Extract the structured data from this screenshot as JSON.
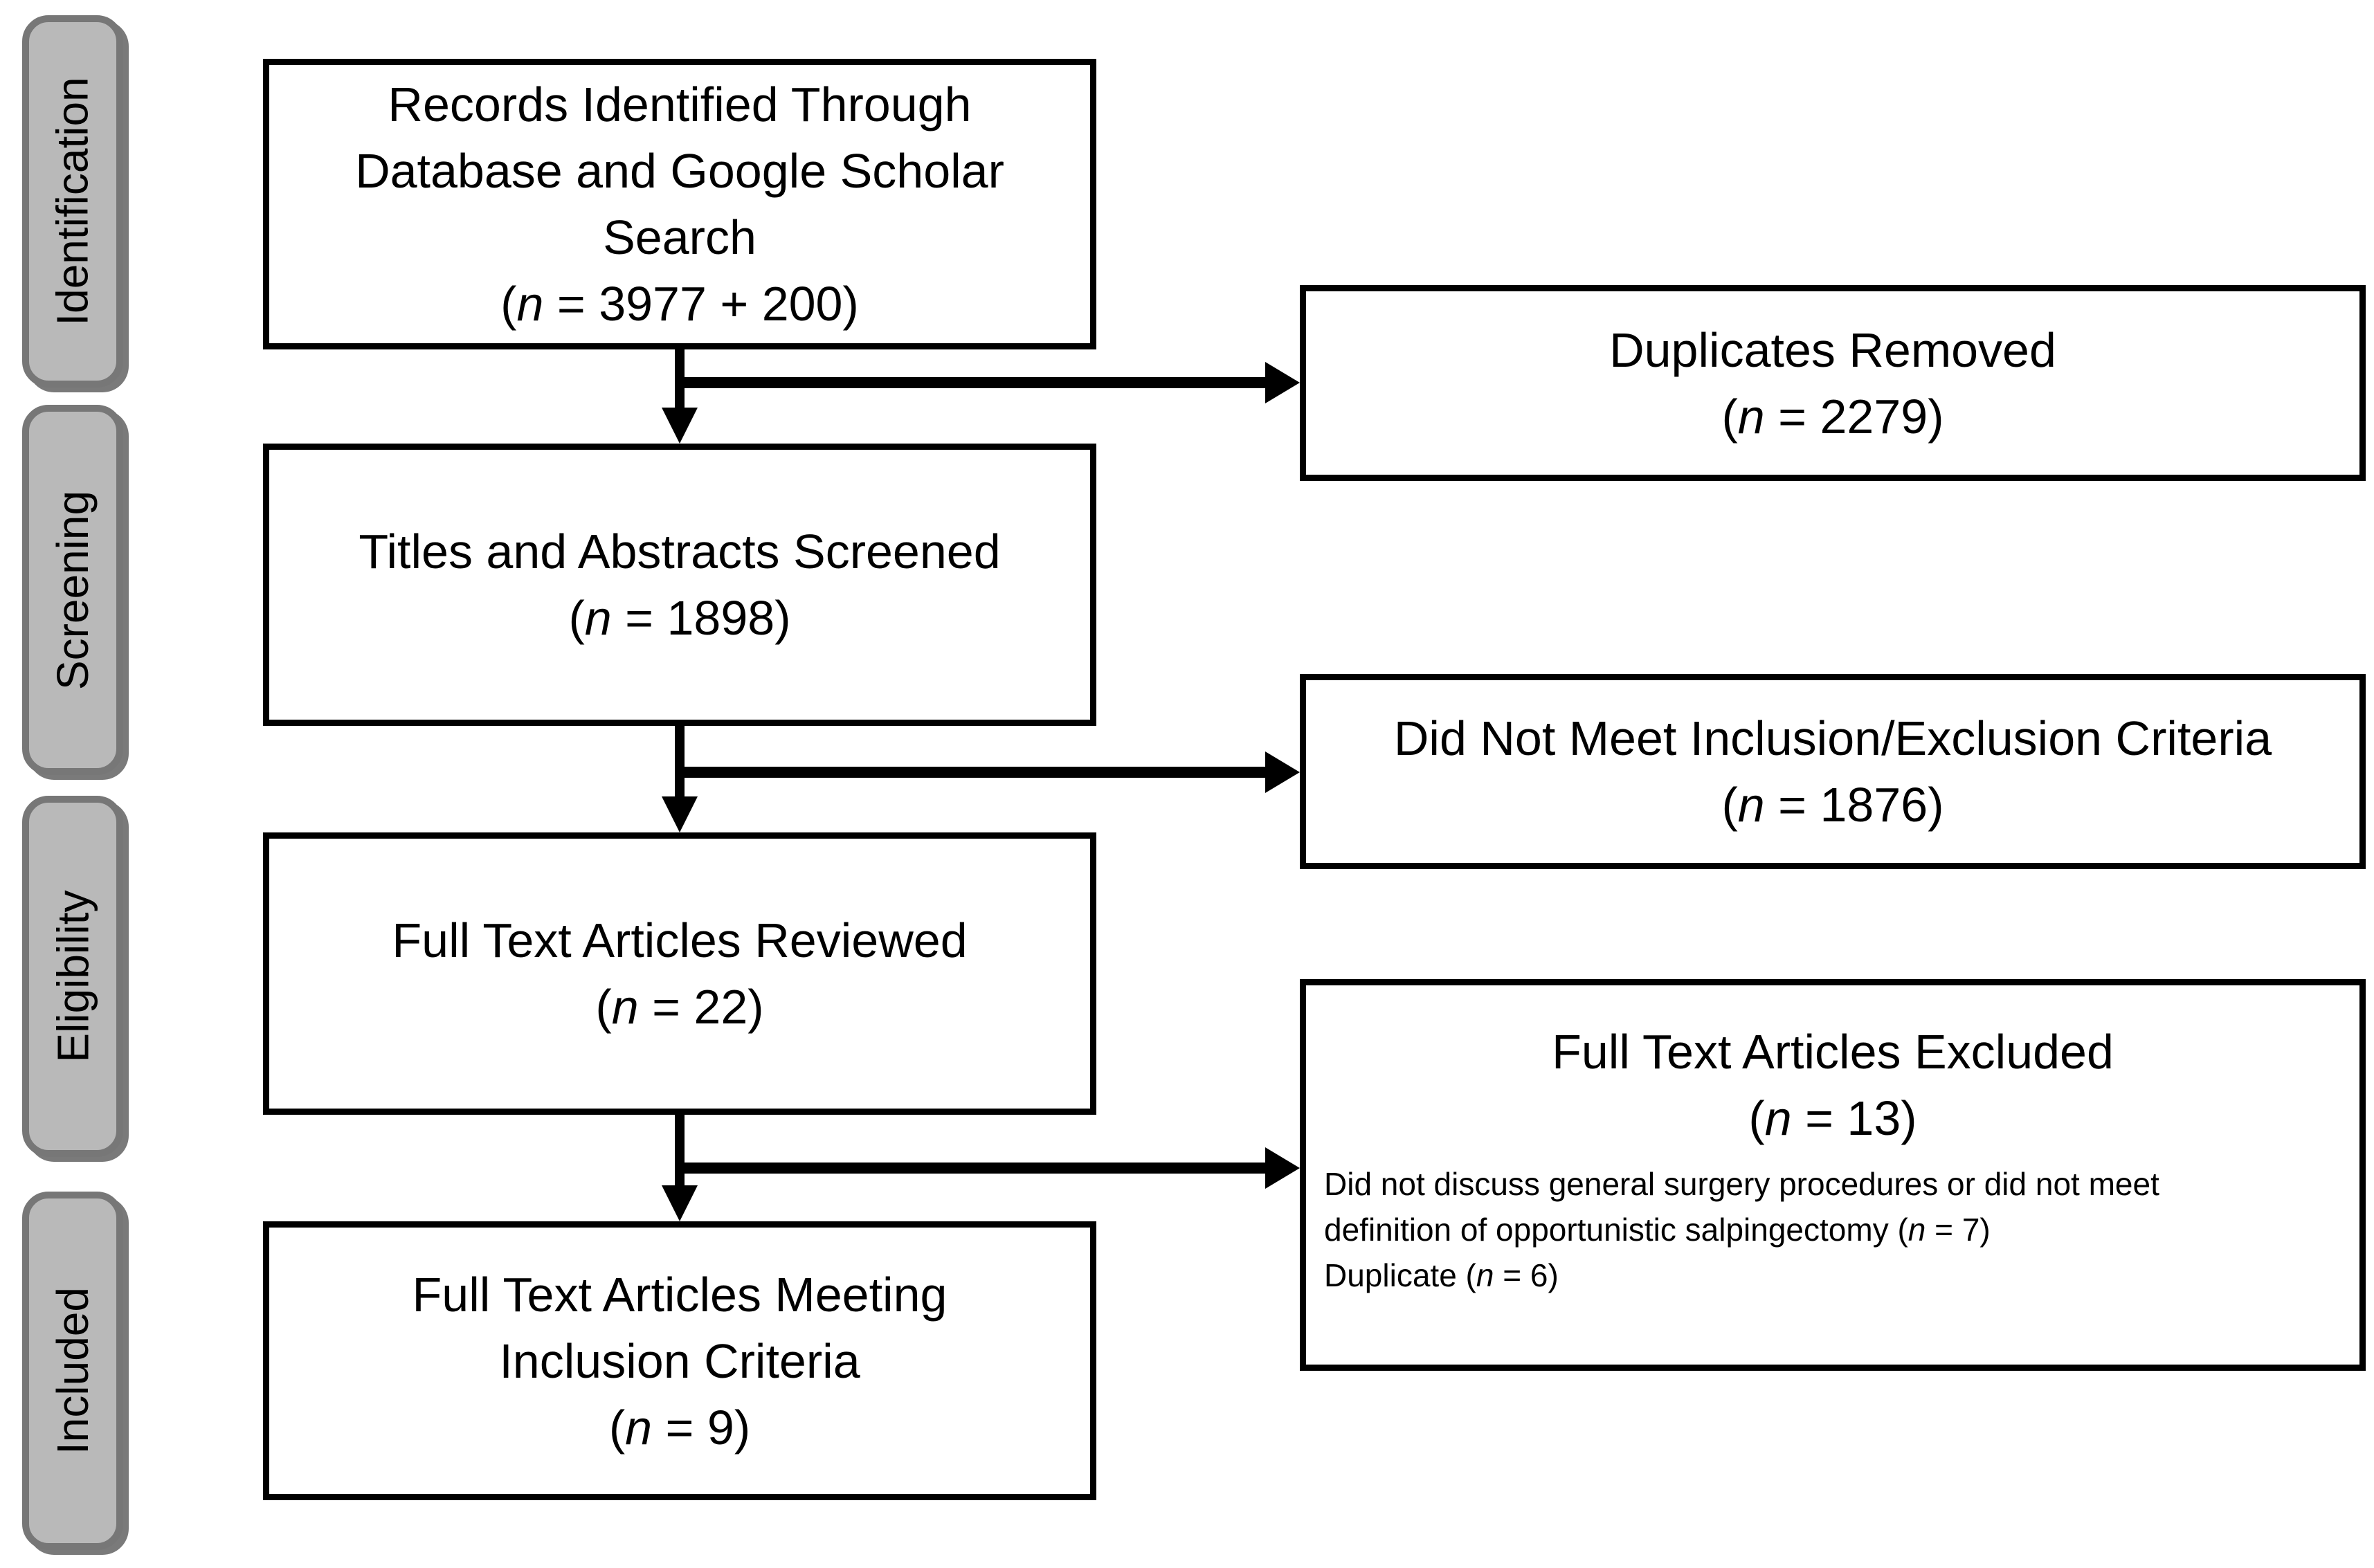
{
  "diagram": {
    "type": "prisma-flow",
    "colors": {
      "background": "#ffffff",
      "box_fill": "#ffffff",
      "box_border": "#000000",
      "stage_fill": "#b9b9b9",
      "stage_border": "#777777",
      "arrow": "#000000",
      "text": "#000000"
    },
    "stages": [
      {
        "label": "Identification"
      },
      {
        "label": "Screening"
      },
      {
        "label": "Eligibility"
      },
      {
        "label": "Included"
      }
    ],
    "main_boxes": [
      {
        "label": "Records Identified Through\nDatabase and Google Scholar\nSearch",
        "count_pre": "(",
        "count_var": "n",
        "count_post": " = 3977 + 200)"
      },
      {
        "label": "Titles and Abstracts Screened",
        "count_pre": "(",
        "count_var": "n",
        "count_post": " = 1898)"
      },
      {
        "label": "Full Text Articles Reviewed",
        "count_pre": "(",
        "count_var": "n",
        "count_post": " = 22)"
      },
      {
        "label": "Full Text Articles Meeting\nInclusion Criteria",
        "count_pre": "(",
        "count_var": "n",
        "count_post": " = 9)"
      }
    ],
    "exclusion_boxes": [
      {
        "label": "Duplicates Removed",
        "count_pre": "(",
        "count_var": "n",
        "count_post": " = 2279)"
      },
      {
        "label": "Did Not Meet Inclusion/Exclusion Criteria",
        "count_pre": "(",
        "count_var": "n",
        "count_post": " = 1876)"
      },
      {
        "label": "Full Text Articles Excluded",
        "count_pre": "(",
        "count_var": "n",
        "count_post": " = 13)",
        "body_line1_pre": "Did not discuss general surgery procedures or did not meet\ndefinition of opportunistic salpingectomy (",
        "body_line1_var": "n",
        "body_line1_post": " = 7)\n",
        "body_line2_pre": "Duplicate (",
        "body_line2_var": "n",
        "body_line2_post": " = 6)"
      }
    ]
  }
}
